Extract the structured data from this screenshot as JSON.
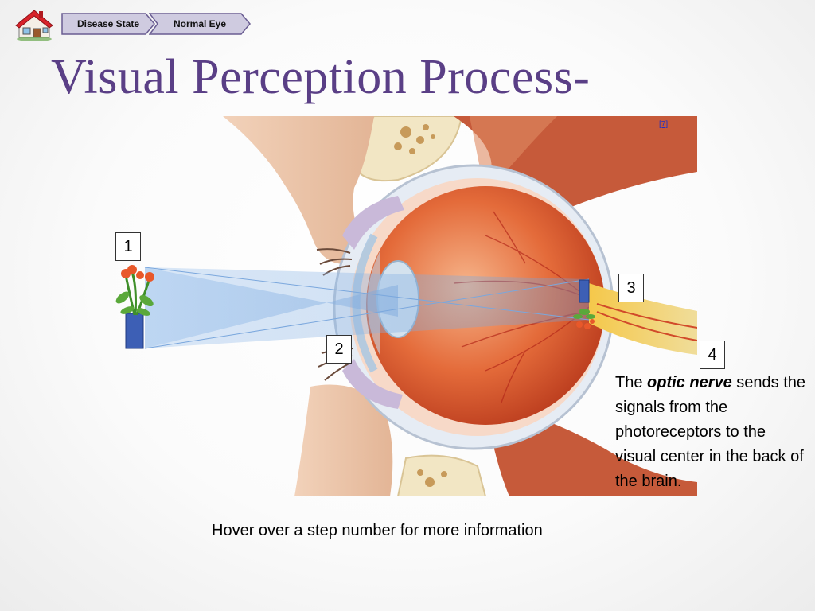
{
  "nav": {
    "home_icon": "home-icon",
    "breadcrumbs": [
      {
        "label": "Disease State"
      },
      {
        "label": "Normal Eye"
      }
    ]
  },
  "title": "Visual Perception Process-",
  "citation": "[7]",
  "steps": [
    "1",
    "2",
    "3",
    "4"
  ],
  "info": {
    "prefix": "The ",
    "term": "optic nerve",
    "suffix": " sends the signals from the photoreceptors to the visual center in the back of the brain."
  },
  "hint": "Hover over a step number for more information",
  "colors": {
    "title": "#5a3f86",
    "breadcrumb_fill": "#cfcbe0",
    "link": "#1a2fc9"
  }
}
